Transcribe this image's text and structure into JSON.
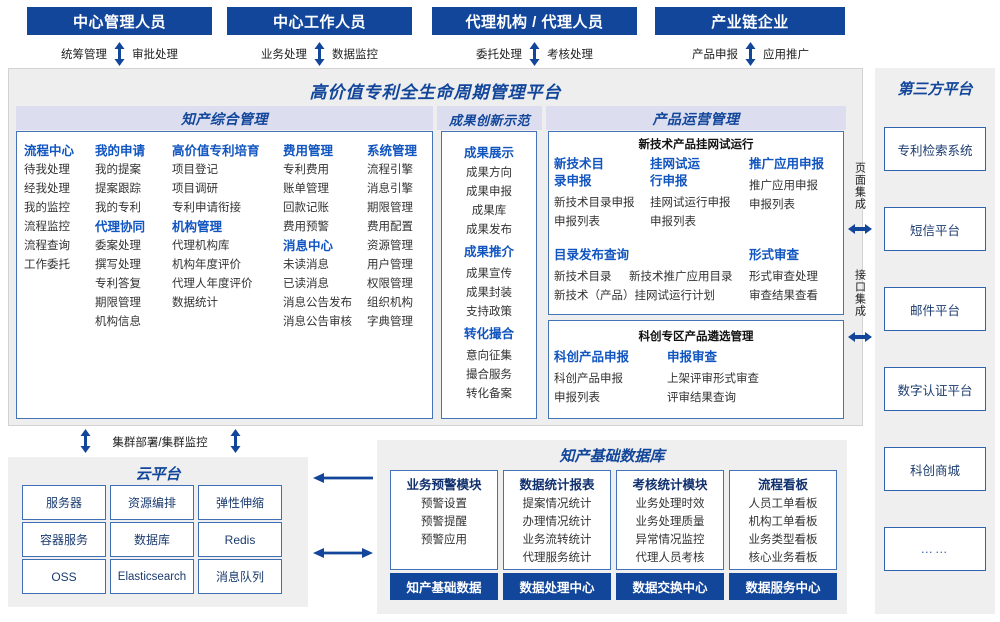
{
  "roles": [
    {
      "title": "中心管理人员",
      "left_label": "统筹管理",
      "right_label": "审批处理"
    },
    {
      "title": "中心工作人员",
      "left_label": "业务处理",
      "right_label": "数据监控"
    },
    {
      "title": "代理机构 / 代理人员",
      "left_label": "委托处理",
      "right_label": "考核处理"
    },
    {
      "title": "产业链企业",
      "left_label": "产品申报",
      "right_label": "应用推广"
    }
  ],
  "platform": {
    "title": "高价值专利全生命周期管理平台",
    "sections": {
      "zhichan": {
        "title": "知产综合管理",
        "columns": [
          {
            "groups": [
              {
                "head": "流程中心",
                "items": [
                  "待我处理",
                  "经我处理",
                  "我的监控",
                  "流程监控",
                  "流程查询",
                  "工作委托"
                ]
              }
            ]
          },
          {
            "groups": [
              {
                "head": "我的申请",
                "items": [
                  "我的提案",
                  "提案跟踪",
                  "我的专利"
                ]
              },
              {
                "head": "代理协同",
                "items": [
                  "委案处理",
                  "撰写处理",
                  "专利答复",
                  "期限管理",
                  "机构信息"
                ]
              }
            ]
          },
          {
            "groups": [
              {
                "head": "高价值专利培育",
                "items": [
                  "项目登记",
                  "项目调研",
                  "专利申请衔接"
                ]
              },
              {
                "head": "机构管理",
                "items": [
                  "代理机构库",
                  "机构年度评价",
                  "代理人年度评价",
                  "数据统计"
                ]
              }
            ]
          },
          {
            "groups": [
              {
                "head": "费用管理",
                "items": [
                  "专利费用",
                  "账单管理",
                  "回款记账",
                  "费用预警"
                ]
              },
              {
                "head": "消息中心",
                "items": [
                  "未读消息",
                  "已读消息",
                  "消息公告发布",
                  "消息公告审核"
                ]
              }
            ]
          },
          {
            "groups": [
              {
                "head": "系统管理",
                "items": [
                  "流程引擎",
                  "消息引擎",
                  "期限管理",
                  "费用配置",
                  "资源管理",
                  "用户管理",
                  "权限管理",
                  "组织机构",
                  "字典管理"
                ]
              }
            ]
          }
        ]
      },
      "chengguo": {
        "title": "成果创新示范",
        "groups": [
          {
            "head": "成果展示",
            "items": [
              "成果方向",
              "成果申报",
              "成果库",
              "成果发布"
            ]
          },
          {
            "head": "成果推介",
            "items": [
              "成果宣传",
              "成果封装",
              "支持政策"
            ]
          },
          {
            "head": "转化撮合",
            "items": [
              "意向征集",
              "撮合服务",
              "转化备案"
            ]
          }
        ]
      },
      "chanpin": {
        "title": "产品运营管理",
        "boxes": [
          {
            "title": "新技术产品挂网试运行",
            "row1": [
              {
                "head": "新技术目录申报",
                "items": [
                  "新技术目录申报",
                  "申报列表"
                ]
              },
              {
                "head": "挂网试运行申报",
                "items": [
                  "挂网试运行申报",
                  "申报列表"
                ]
              },
              {
                "head": "推广应用申报",
                "items": [
                  "推广应用申报",
                  "申报列表"
                ]
              }
            ],
            "row2_left": {
              "head": "目录发布查询",
              "items_a": [
                "新技术目录",
                "新技术（产品）挂网试运行计划"
              ],
              "items_b": [
                "新技术推广应用目录"
              ]
            },
            "row2_right": {
              "head": "形式审查",
              "items": [
                "形式审查处理",
                "审查结果查看"
              ]
            }
          },
          {
            "title": "科创专区产品遴选管理",
            "cols": [
              {
                "head": "科创产品申报",
                "items": [
                  "科创产品申报",
                  "申报列表"
                ]
              },
              {
                "head": "申报审查",
                "items": [
                  "上架评审形式审查",
                  "评审结果查询"
                ]
              }
            ]
          }
        ]
      }
    }
  },
  "integration": {
    "page_label": "页面集成",
    "api_label": "接口集成"
  },
  "third_party": {
    "title": "第三方平台",
    "items": [
      "专利检索系统",
      "短信平台",
      "邮件平台",
      "数字认证平台",
      "科创商城",
      "……"
    ]
  },
  "cloud": {
    "cluster_label": "集群部署/集群监控",
    "title": "云平台",
    "cells": [
      "服务器",
      "资源编排",
      "弹性伸缩",
      "容器服务",
      "数据库",
      "Redis",
      "OSS",
      "Elasticsearch",
      "消息队列"
    ]
  },
  "database": {
    "title": "知产基础数据库",
    "columns": [
      {
        "head": "业务预警模块",
        "items": [
          "预警设置",
          "预警提醒",
          "预警应用"
        ],
        "foot": "知产基础数据"
      },
      {
        "head": "数据统计报表",
        "items": [
          "提案情况统计",
          "办理情况统计",
          "业务流转统计",
          "代理服务统计"
        ],
        "foot": "数据处理中心"
      },
      {
        "head": "考核统计模块",
        "items": [
          "业务处理时效",
          "业务处理质量",
          "异常情况监控",
          "代理人员考核"
        ],
        "foot": "数据交换中心"
      },
      {
        "head": "流程看板",
        "items": [
          "人员工单看板",
          "机构工单看板",
          "业务类型看板",
          "核心业务看板"
        ],
        "foot": "数据服务中心"
      }
    ]
  },
  "colors": {
    "brand_dark_blue": "#12469b",
    "band_lavender": "#dcdef0",
    "panel_gray": "#efefef",
    "box_border": "#4573b8"
  }
}
